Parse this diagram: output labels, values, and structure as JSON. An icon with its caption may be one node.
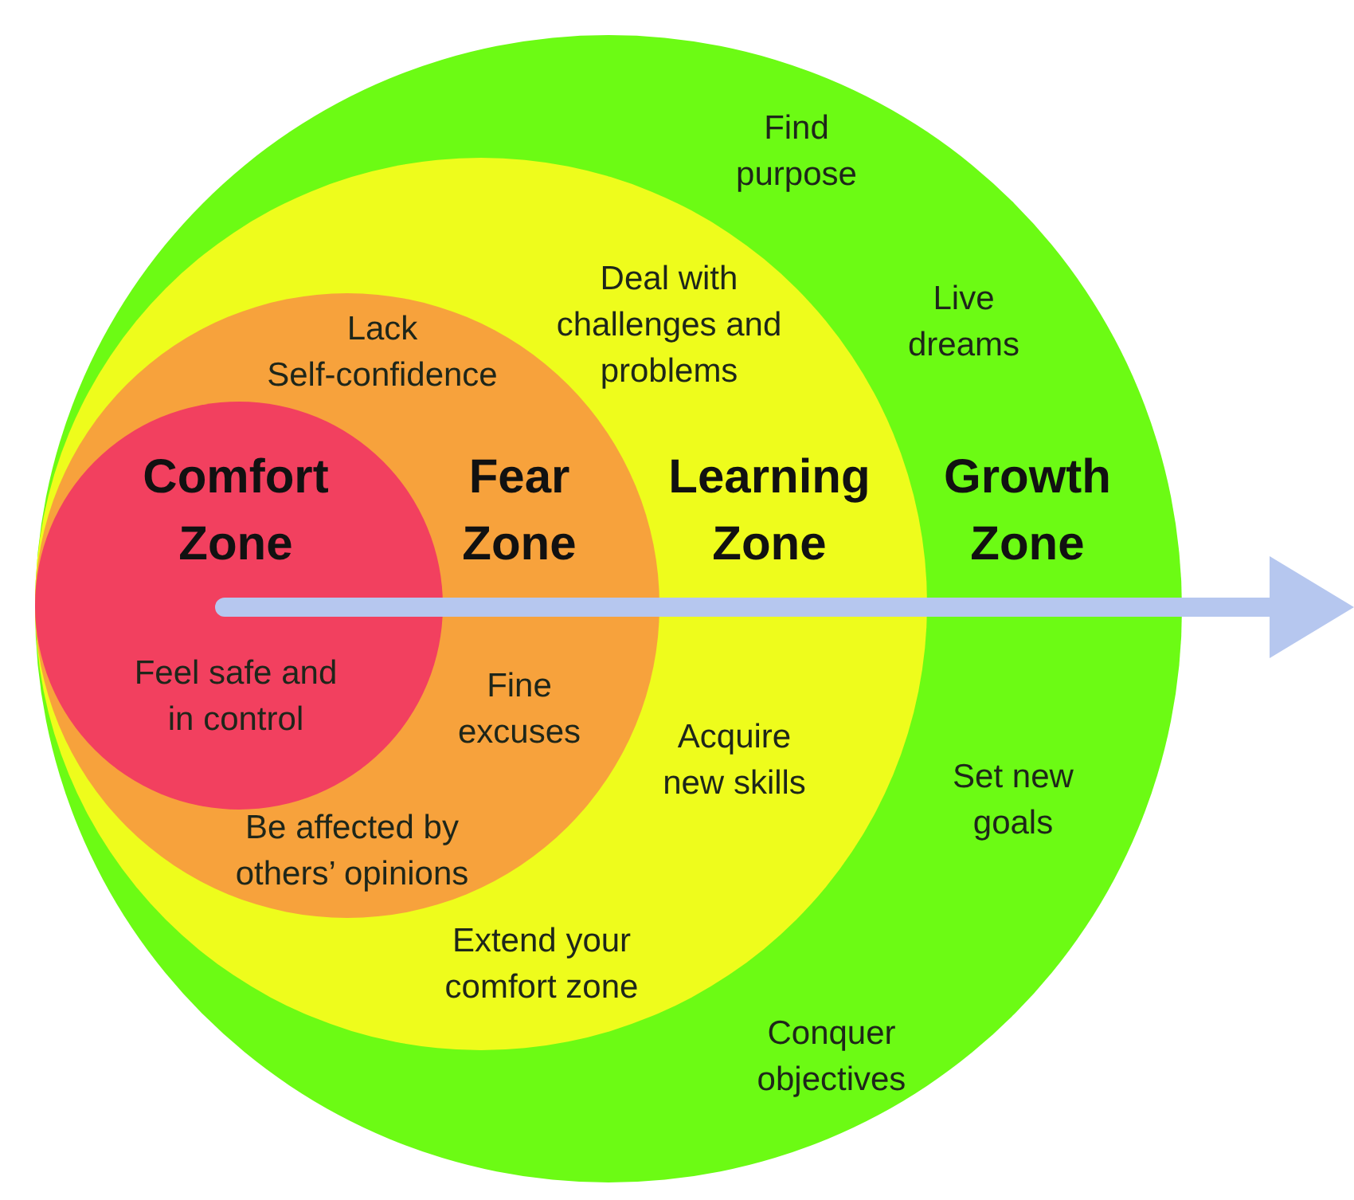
{
  "diagram": {
    "nodes": [
      {
        "text": [
          "Find purpose",
          "Live dreams",
          "Growth Zone",
          "Set new goals",
          "Conquer objectives"
        ]
      },
      {
        "text": [
          "Deal with challenges and problems",
          "Learning Zone",
          "Acquire new skills",
          "Extend your comfort zone"
        ],
        "in": 0
      },
      {
        "text": [
          "Lack Self-confidence",
          "Fear Zone",
          "Fine excuses",
          "Be affected by others’ opinions"
        ],
        "in": 1
      },
      {
        "text": [
          "Comfort Zone",
          "Feel safe and in control"
        ],
        "in": 2
      }
    ]
  }
}
